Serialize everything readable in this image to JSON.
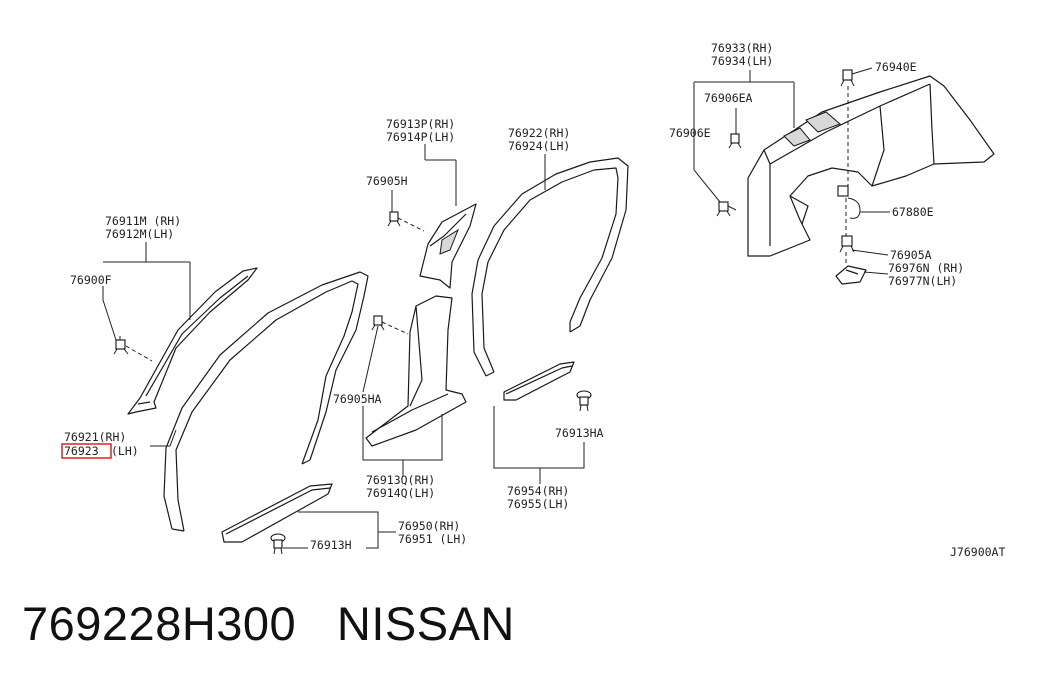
{
  "callouts": {
    "c76911M": "76911M (RH)",
    "c76912M": "76912M(LH)",
    "c76900F": "76900F",
    "c76921": "76921(RH)",
    "c76923_num": "76923",
    "c76923_side": "(LH)",
    "c76913P": "76913P(RH)",
    "c76914P": "76914P(LH)",
    "c76905H": "76905H",
    "c76922": "76922(RH)",
    "c76924": "76924(LH)",
    "c76905HA": "76905HA",
    "c76913Q": "76913Q(RH)",
    "c76914Q": "76914Q(LH)",
    "c76950": "76950(RH)",
    "c76951": "76951 (LH)",
    "c76913H": "76913H",
    "c76954": "76954(RH)",
    "c76955": "76955(LH)",
    "c76913HA": "76913HA",
    "c76933": "76933(RH)",
    "c76934": "76934(LH)",
    "c76940E": "76940E",
    "c76906EA": "76906EA",
    "c76906E": "76906E",
    "c67880E": "67880E",
    "c76905A": "76905A",
    "c76976N": "76976N (RH)",
    "c76977N": "76977N(LH)"
  },
  "diagram_code": "J76900AT",
  "caption": {
    "part_number": "769228H300",
    "brand": "NISSAN"
  },
  "highlight": {
    "target": "76923",
    "color": "#e0211d"
  }
}
